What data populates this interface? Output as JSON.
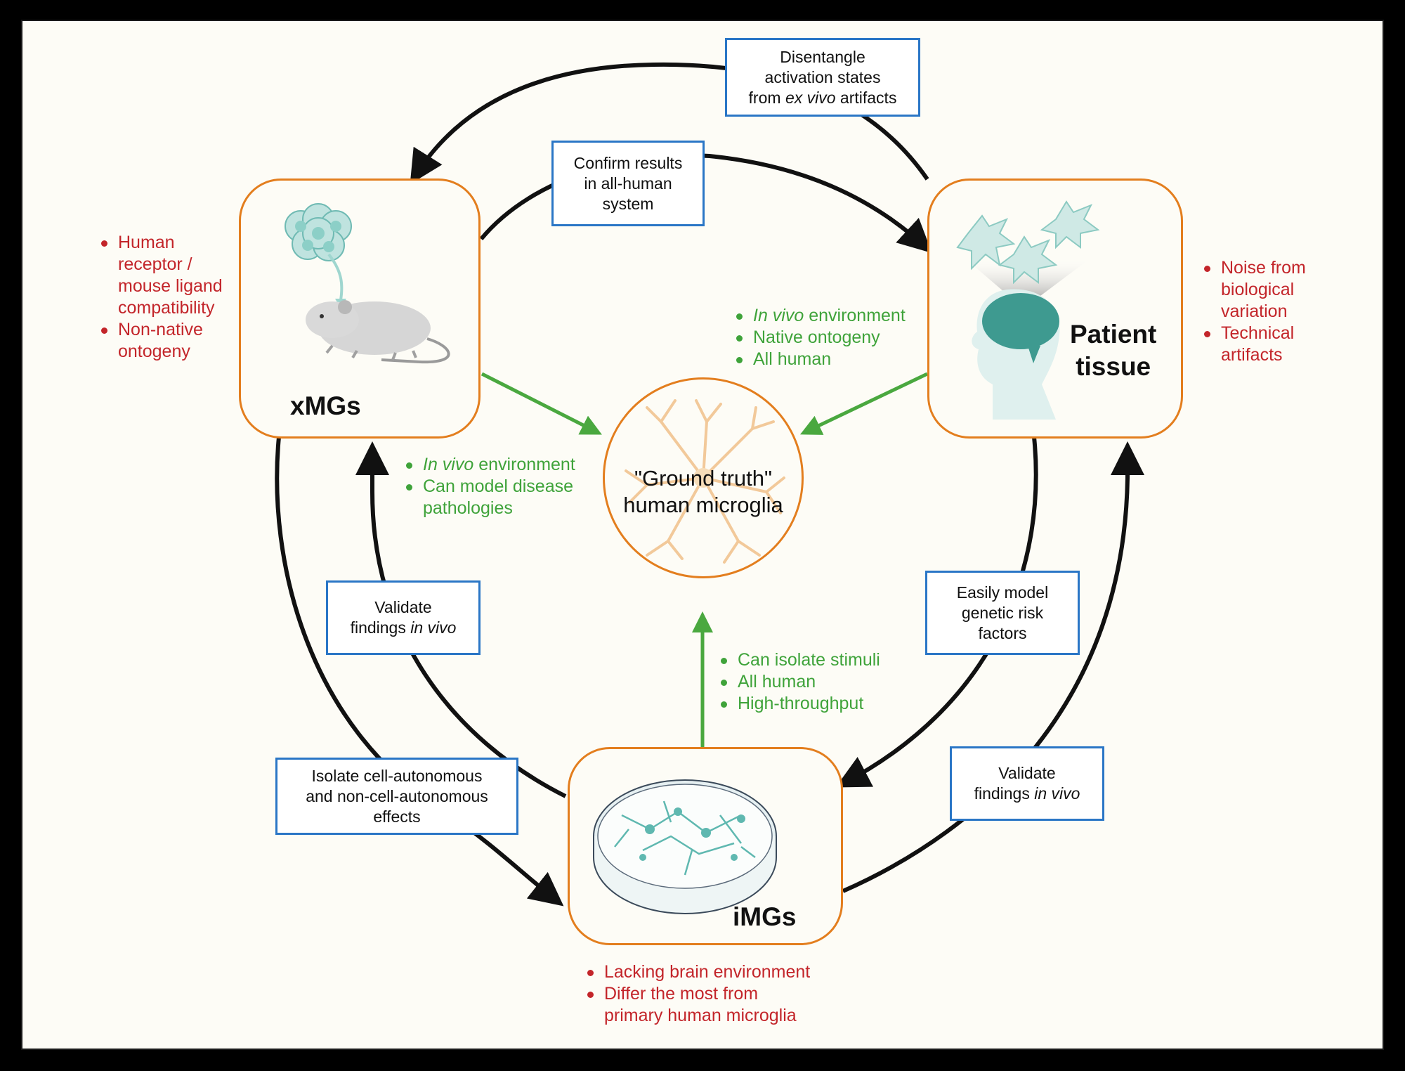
{
  "figure": {
    "center": {
      "line1": "\"Ground truth\"",
      "line2": "human microglia"
    },
    "nodes": {
      "xmgs": {
        "title": "xMGs",
        "illustration": "mouse-with-human-cells"
      },
      "patient": {
        "title_line1": "Patient",
        "title_line2": "tissue",
        "illustration": "human-head-brain-microglia"
      },
      "imgs": {
        "title": "iMGs",
        "illustration": "petri-dish-microglia"
      }
    },
    "limitations": {
      "xmgs": [
        "Human receptor / mouse ligand compatibility",
        "Non-native ontogeny"
      ],
      "patient": [
        "Noise from biological variation",
        "Technical artifacts"
      ],
      "imgs": [
        "Lacking brain environment",
        "Differ the most from primary human microglia"
      ]
    },
    "strengths": {
      "xmgs": [
        {
          "italic": "In vivo",
          "text": " environment"
        },
        {
          "italic": "",
          "text": "Can model disease pathologies"
        }
      ],
      "patient": [
        {
          "italic": "In vivo",
          "text": " environment"
        },
        {
          "italic": "",
          "text": "Native ontogeny"
        },
        {
          "italic": "",
          "text": "All human"
        }
      ],
      "imgs": [
        {
          "italic": "",
          "text": "Can isolate stimuli"
        },
        {
          "italic": "",
          "text": "All human"
        },
        {
          "italic": "",
          "text": "High-throughput"
        }
      ]
    },
    "edge_labels": {
      "disentangle": {
        "l1": "Disentangle",
        "l2": "activation states",
        "l3a": "from ",
        "l3i": "ex vivo",
        "l3b": " artifacts"
      },
      "confirm": {
        "l1": "Confirm results",
        "l2": "in all-human",
        "l3": "system"
      },
      "validate_left": {
        "l1": "Validate",
        "l2a": "findings ",
        "l2i": "in vivo"
      },
      "easily": {
        "l1": "Easily model",
        "l2": "genetic risk",
        "l3": "factors"
      },
      "isolate": {
        "l1": "Isolate cell-autonomous",
        "l2": "and non-cell-autonomous",
        "l3": "effects"
      },
      "validate_right": {
        "l1": "Validate",
        "l2a": "findings ",
        "l2i": "in vivo"
      }
    },
    "colors": {
      "node_border": "#e37e1e",
      "label_border": "#2a76c6",
      "limitation": "#c3252a",
      "strength": "#3fa33a",
      "arrow": "#111111",
      "strength_arrow": "#4aa83f",
      "illustration": "#5fb8b0"
    }
  }
}
